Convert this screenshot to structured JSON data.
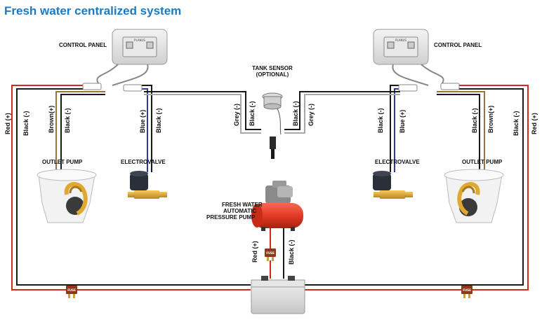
{
  "title": "Fresh water centralized system",
  "labels": {
    "control_panel_left": "CONTROL PANEL",
    "control_panel_right": "CONTROL PANEL",
    "tank_sensor_1": "TANK SENSOR",
    "tank_sensor_2": "(OPTIONAL)",
    "outlet_pump_left": "OUTLET PUMP",
    "outlet_pump_right": "OUTLET PUMP",
    "electrovalve_left": "ELECTROVALVE",
    "electrovalve_right": "ELECTROVALVE",
    "pump_1": "FRESH WATER",
    "pump_2": "AUTOMATIC",
    "pump_3": "PRESSURE PUMP",
    "panel_logo": "PLANUS"
  },
  "wires": {
    "red_pos": "Red (+)",
    "black_neg": "Black (-)",
    "brown_pos": "Brown(+)",
    "blue_pos": "Blue (+)",
    "grey_neg": "Grey (-)"
  },
  "fuse": "FUSE",
  "colors": {
    "title": "#1a7bc4",
    "red_wire": "#d42a1e",
    "black_wire": "#1a1a1a",
    "brown_wire": "#a0703c",
    "blue_wire": "#2a3b9c",
    "grey_wire": "#a8a8a8",
    "pump_red": "#e43a26",
    "fuse": "#8a3a1a",
    "battery": "#dcdcdc"
  }
}
